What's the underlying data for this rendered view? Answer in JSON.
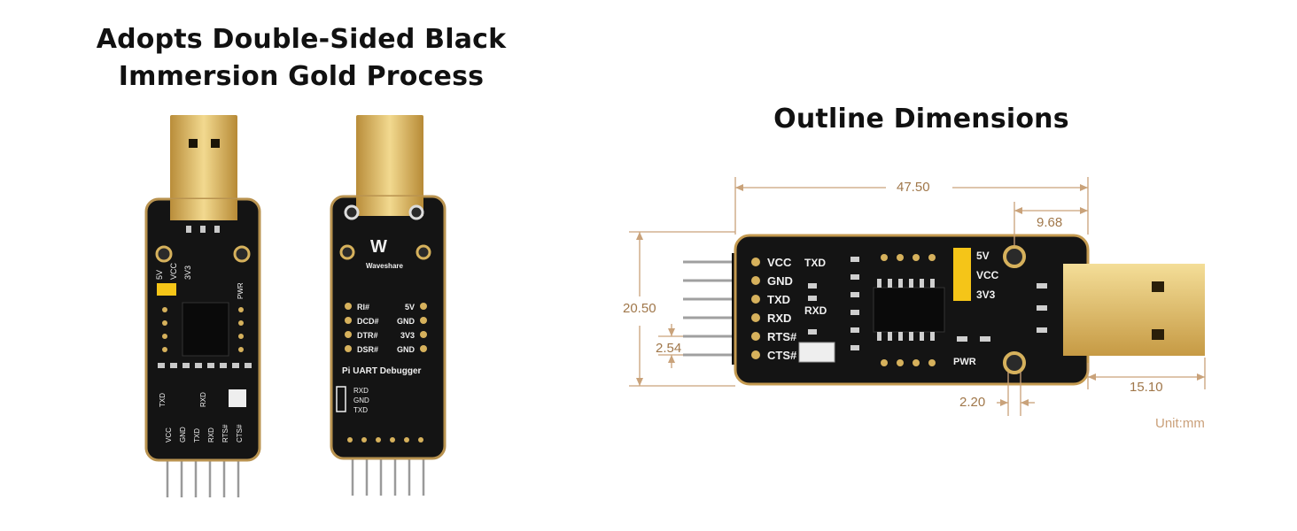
{
  "left": {
    "title_line1": "Adopts Double-Sided Black",
    "title_line2": "Immersion Gold Process",
    "front_board": {
      "jumper_labels": [
        "5V",
        "VCC",
        "3V3"
      ],
      "pwr_label": "PWR",
      "top_pins": [
        "TXD",
        "RXD"
      ],
      "bottom_pins": [
        "VCC",
        "GND",
        "TXD",
        "RXD",
        "RTS#",
        "CTS#"
      ]
    },
    "back_board": {
      "brand": "Waveshare",
      "left_pins": [
        "RI#",
        "DCD#",
        "DTR#",
        "DSR#"
      ],
      "right_pins": [
        "5V",
        "GND",
        "3V3",
        "GND"
      ],
      "name": "Pi UART Debugger",
      "uart_labels": [
        "RXD",
        "GND",
        "TXD"
      ]
    }
  },
  "right": {
    "title": "Outline Dimensions",
    "board_labels": {
      "header": [
        "VCC",
        "GND",
        "TXD",
        "RXD",
        "RTS#",
        "CTS#"
      ],
      "txd": "TXD",
      "rxd": "RXD",
      "jumper": [
        "5V",
        "VCC",
        "3V3"
      ],
      "pwr": "PWR"
    },
    "dimensions": {
      "length": "47.50",
      "hole_offset": "9.68",
      "height": "20.50",
      "pitch": "2.54",
      "hole_diameter": "2.20",
      "usb_length": "15.10"
    },
    "unit": "Unit:mm"
  },
  "colors": {
    "pcb": "#141414",
    "gold": "#d6b15c",
    "dimension": "#c9a27a"
  }
}
